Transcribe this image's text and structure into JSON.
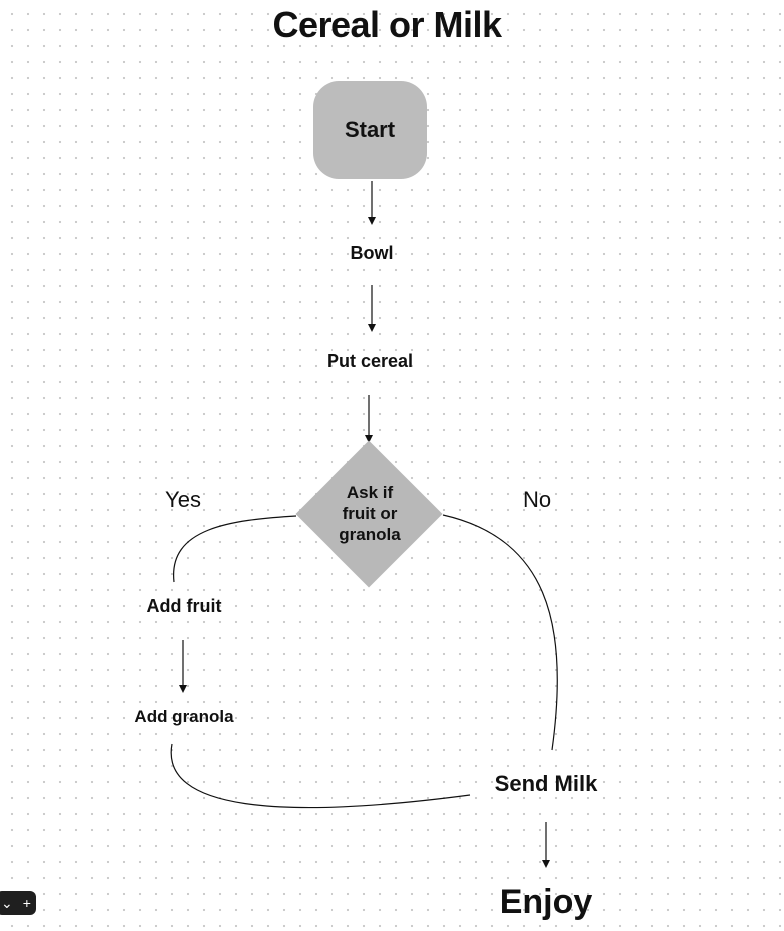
{
  "diagram": {
    "title": "Cereal or Milk",
    "nodes": {
      "start": "Start",
      "bowl": "Bowl",
      "put_cereal": "Put cereal",
      "decision": "Ask if\nfruit or\ngranola",
      "add_fruit": "Add fruit",
      "add_granola": "Add granola",
      "send_milk": "Send Milk",
      "enjoy": "Enjoy"
    },
    "branch_labels": {
      "yes": "Yes",
      "no": "No"
    }
  },
  "toolbar": {
    "chevron_glyph": "⌄",
    "plus_glyph": "+"
  },
  "colors": {
    "shape_fill": "#bcbcbc",
    "line": "#111111",
    "toolbar_bg": "#1f1f1f"
  }
}
